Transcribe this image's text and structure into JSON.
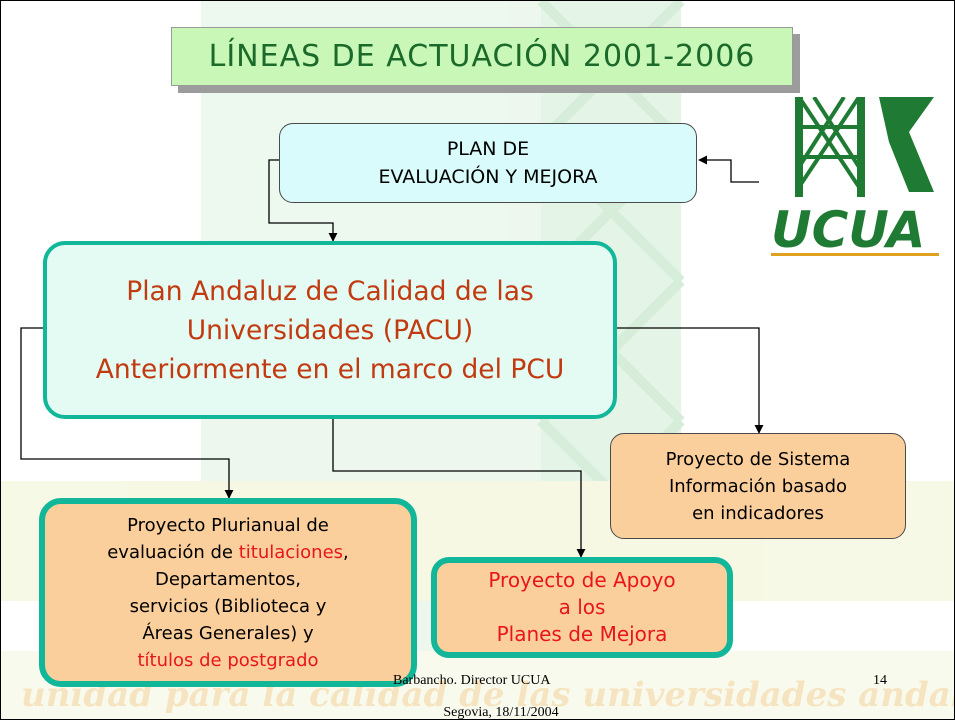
{
  "title": "LÍNEAS DE ACTUACIÓN 2001-2006",
  "boxes": {
    "plan_evaluacion": {
      "line1": "PLAN DE",
      "line2": "EVALUACIÓN Y MEJORA"
    },
    "pacu": {
      "line1": "Plan Andaluz de Calidad de las",
      "line2": "Universidades (PACU)",
      "line3": "Anteriormente en el marco del PCU"
    },
    "sistema_informacion": {
      "line1": "Proyecto de Sistema",
      "line2": "Información basado",
      "line3": "en indicadores"
    },
    "plurianual": {
      "line1": "Proyecto Plurianual de",
      "line2_prefix": "evaluación de ",
      "line2_highlight": "titulaciones",
      "line2_suffix": ",",
      "line3": "Departamentos,",
      "line4": "servicios (Biblioteca y",
      "line5": "Áreas Generales) y",
      "line6": "títulos de postgrado"
    },
    "apoyo": {
      "line1": "Proyecto de Apoyo",
      "line2": "a los",
      "line3": "Planes de Mejora"
    }
  },
  "logo": {
    "text": "UCUA"
  },
  "footer": {
    "line1": "Barbancho. Director UCUA",
    "line2": "Segovia, 18/11/2004",
    "page": "14"
  },
  "colors": {
    "title_bg": "#c8f7b8",
    "title_text": "#1b6a2a",
    "accent_border": "#12b79a",
    "pacu_text": "#c23a10",
    "highlight_red": "#e8161b",
    "orange_box": "#fbcf9c",
    "cyan_box": "#d9fbfb"
  }
}
